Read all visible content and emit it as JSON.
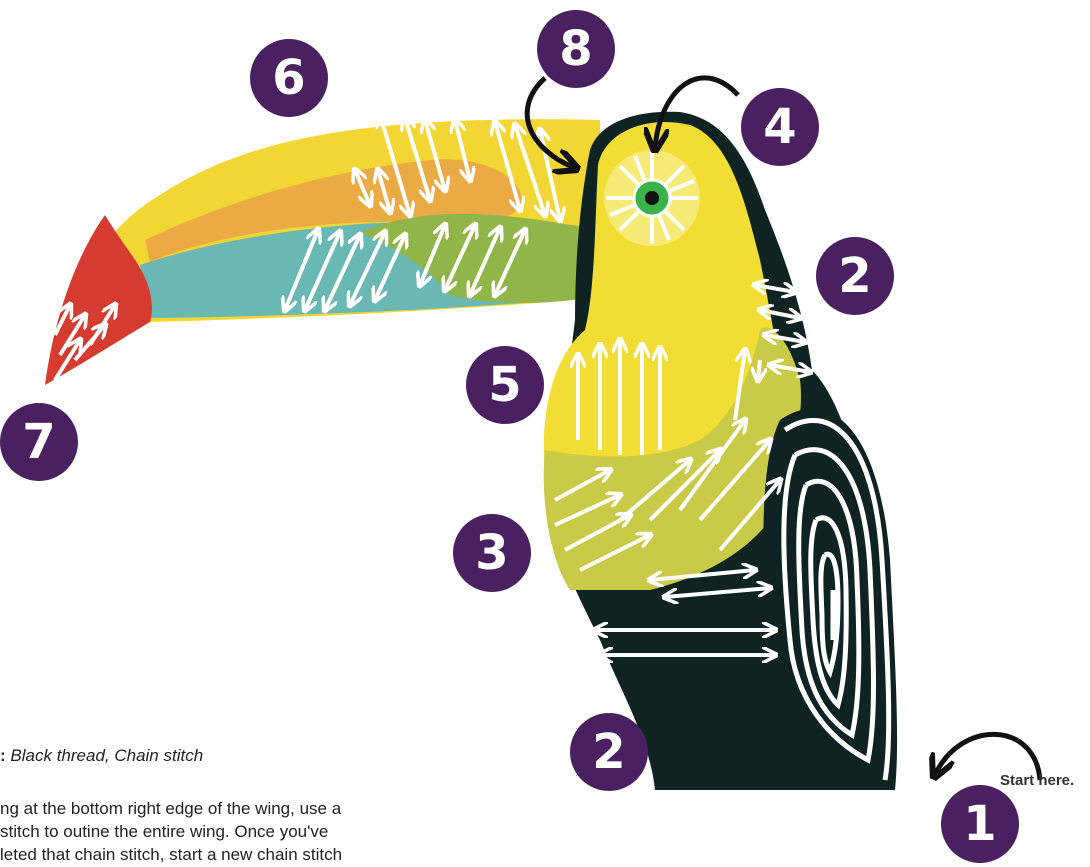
{
  "steps": [
    {
      "number": "1"
    },
    {
      "number": "2"
    },
    {
      "number": "2"
    },
    {
      "number": "3"
    },
    {
      "number": "4"
    },
    {
      "number": "5"
    },
    {
      "number": "6"
    },
    {
      "number": "7"
    },
    {
      "number": "8"
    }
  ],
  "start_label": "Start here.",
  "caption": {
    "colon": ":",
    "text": "Black thread, Chain stitch"
  },
  "instructions": [
    "ng at the bottom right edge of the wing, use a",
    " stitch to outine the entire wing. Once you've",
    "leted that chain stitch, start a new chain stitch"
  ],
  "colors": {
    "badge": "#4a2160",
    "body_black": "#0f2323",
    "belly_yellow": "#f2dd35",
    "chest_lime": "#c9ca48",
    "beak_yellow": "#f2d634",
    "beak_orange": "#eaaa44",
    "beak_teal": "#6ab8b4",
    "beak_green": "#92b54a",
    "beak_red": "#d63b30",
    "eye_green": "#3bb24a",
    "arrow": "#ffffff"
  }
}
